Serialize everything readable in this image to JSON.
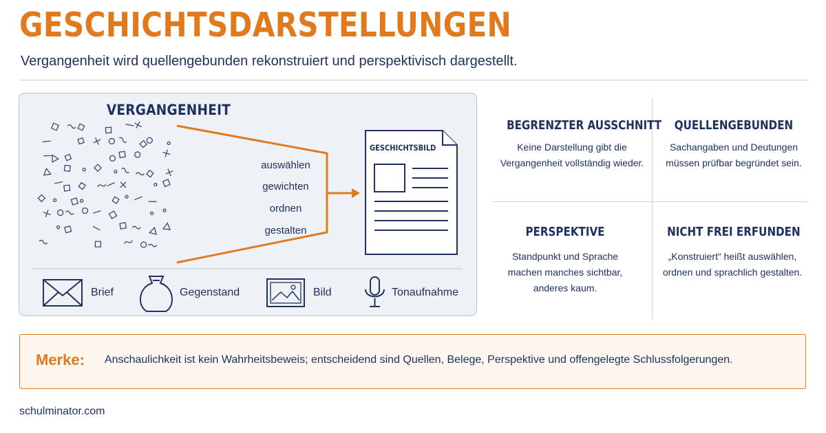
{
  "header": {
    "title": "GESCHICHTSDARSTELLUNGEN",
    "subtitle": "Vergangenheit wird quellengebunden rekonstruiert und perspektivisch dargestellt."
  },
  "diagram": {
    "past_heading": "VERGANGENHEIT",
    "steps": [
      "auswählen",
      "gewichten",
      "ordnen",
      "gestalten"
    ],
    "document_title": "GESCHICHTSBILD",
    "sources": [
      {
        "label": "Brief",
        "icon": "envelope-icon"
      },
      {
        "label": "Gegenstand",
        "icon": "vase-icon"
      },
      {
        "label": "Bild",
        "icon": "picture-icon"
      },
      {
        "label": "Tonaufnahme",
        "icon": "microphone-icon"
      }
    ]
  },
  "cards": [
    {
      "title": "BEGRENZTER AUSSCHNITT",
      "text": [
        "Keine Darstellung gibt die",
        "Vergangenheit vollständig wieder."
      ]
    },
    {
      "title": "QUELLENGEBUNDEN",
      "text": [
        "Sachangaben und Deutungen",
        "müssen prüfbar begründet sein."
      ]
    },
    {
      "title": "PERSPEKTIVE",
      "text": [
        "Standpunkt und Sprache",
        "machen manches sichtbar,",
        "anderes kaum."
      ]
    },
    {
      "title": "NICHT FREI ERFUNDEN",
      "text": [
        "„Konstruiert“ heißt auswählen,",
        "ordnen und sprachlich gestalten."
      ]
    }
  ],
  "note": {
    "label": "Merke:",
    "text": "Anschaulichkeit ist kein Wahrheitsbeweis; entscheidend sind Quellen, Belege, Perspektive und offengelegte Schlussfolgerungen."
  },
  "footer": {
    "brand": "schulminator.com"
  },
  "colors": {
    "accent": "#e07a1c",
    "navy": "#1e3160",
    "panel": "#eef1f6",
    "note_bg": "#fdf6ee"
  }
}
